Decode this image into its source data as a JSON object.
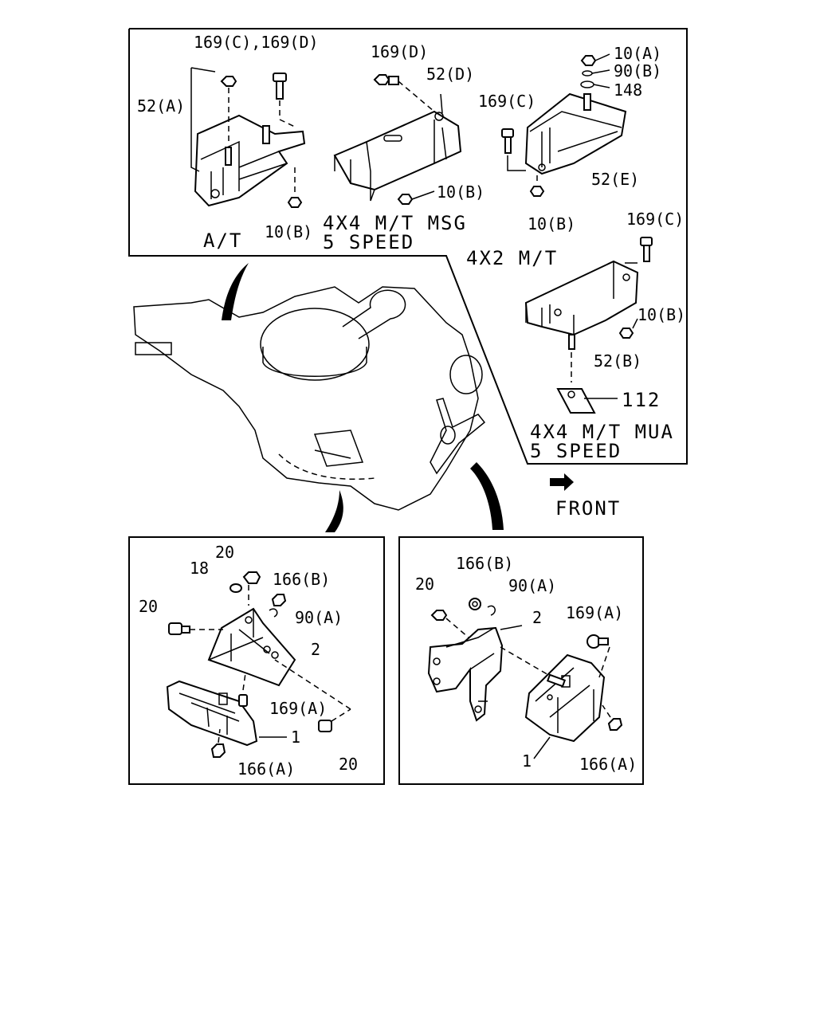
{
  "top_panel": {
    "labels": {
      "l169cd": "169(C),169(D)",
      "l52a": "52(A)",
      "l10b_at": "10(B)",
      "at": "A/T",
      "l169d": "169(D)",
      "l52d": "52(D)",
      "l10b_msg": "10(B)",
      "msg_1": "4X4 M/T MSG",
      "msg_2": "5 SPEED",
      "l10a": "10(A)",
      "l90b": "90(B)",
      "l148": "148",
      "l169c_top": "169(C)",
      "l52e": "52(E)",
      "l10b_4x2": "10(B)",
      "m4x2": "4X2 M/T",
      "l169c_mua": "169(C)",
      "l10b_mua": "10(B)",
      "l52b": "52(B)",
      "l112": "112",
      "mua_1": "4X4 M/T MUA",
      "mua_2": "5 SPEED"
    }
  },
  "front_label": "FRONT",
  "bottom_left": {
    "labels": {
      "l20_top": "20",
      "l18": "18",
      "l166b": "166(B)",
      "l20_left": "20",
      "l90a": "90(A)",
      "l2": "2",
      "l169a": "169(A)",
      "l1": "1",
      "l20_bottom": "20",
      "l166a": "166(A)"
    }
  },
  "bottom_right": {
    "labels": {
      "l166b": "166(B)",
      "l20": "20",
      "l90a": "90(A)",
      "l2": "2",
      "l169a": "169(A)",
      "l1": "1",
      "l166a": "166(A)"
    }
  }
}
